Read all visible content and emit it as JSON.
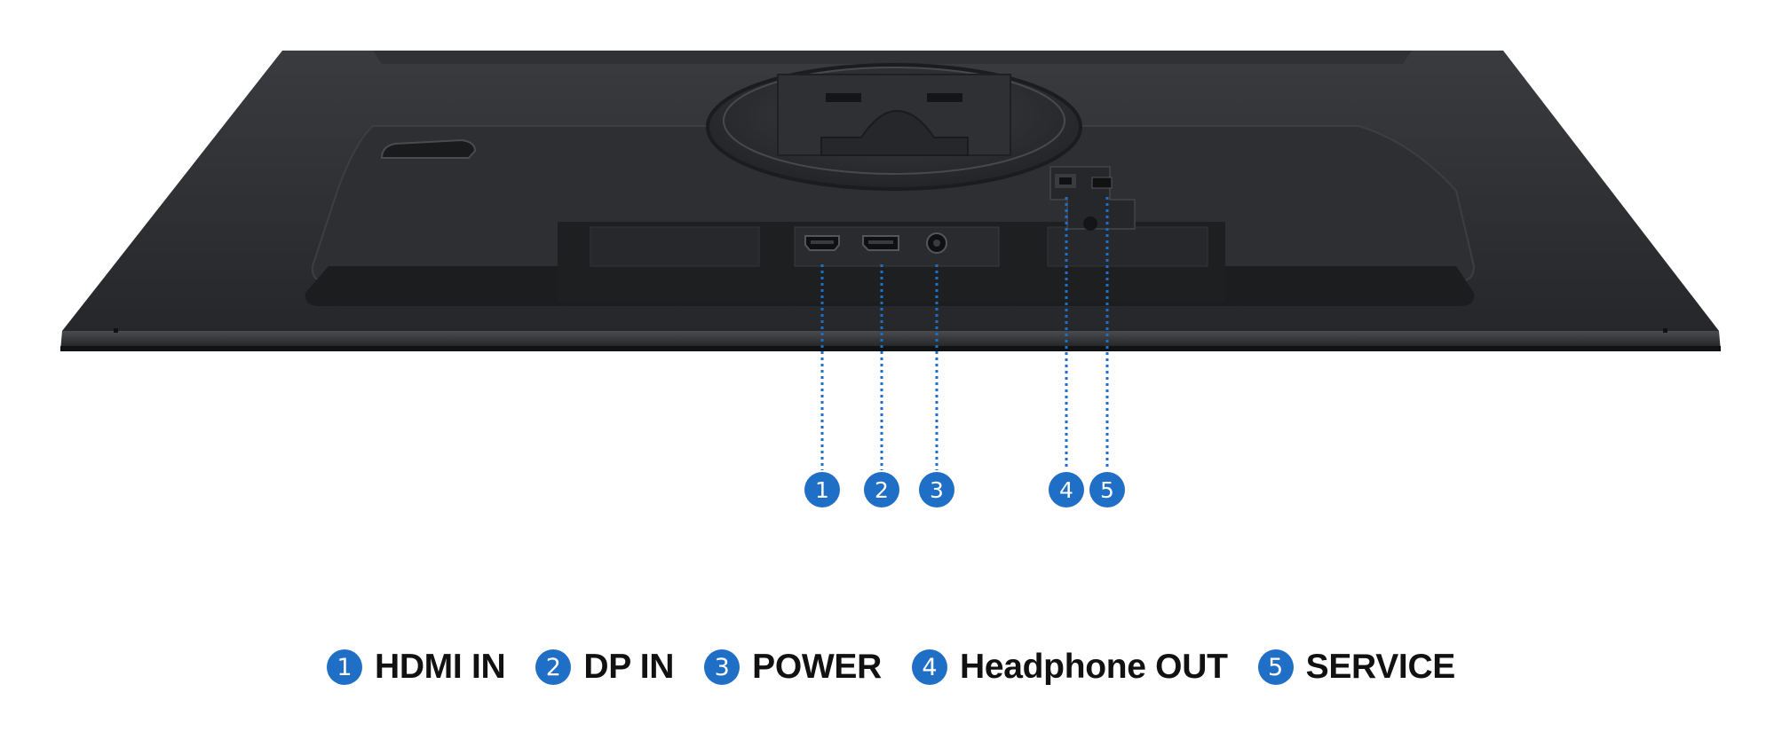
{
  "colors": {
    "accent_blue": "#1f6fc6",
    "monitor_body": "#2a2b2d",
    "text": "#111111"
  },
  "callouts": [
    {
      "number": "1",
      "label": "HDMI IN"
    },
    {
      "number": "2",
      "label": "DP IN"
    },
    {
      "number": "3",
      "label": "POWER"
    },
    {
      "number": "4",
      "label": "Headphone OUT"
    },
    {
      "number": "5",
      "label": "SERVICE"
    }
  ],
  "image": {
    "subject": "monitor-rear-bottom-view",
    "icons": [
      "hdmi-port-icon",
      "displayport-icon",
      "power-jack-icon",
      "headphone-jack-icon",
      "service-port-icon"
    ]
  }
}
